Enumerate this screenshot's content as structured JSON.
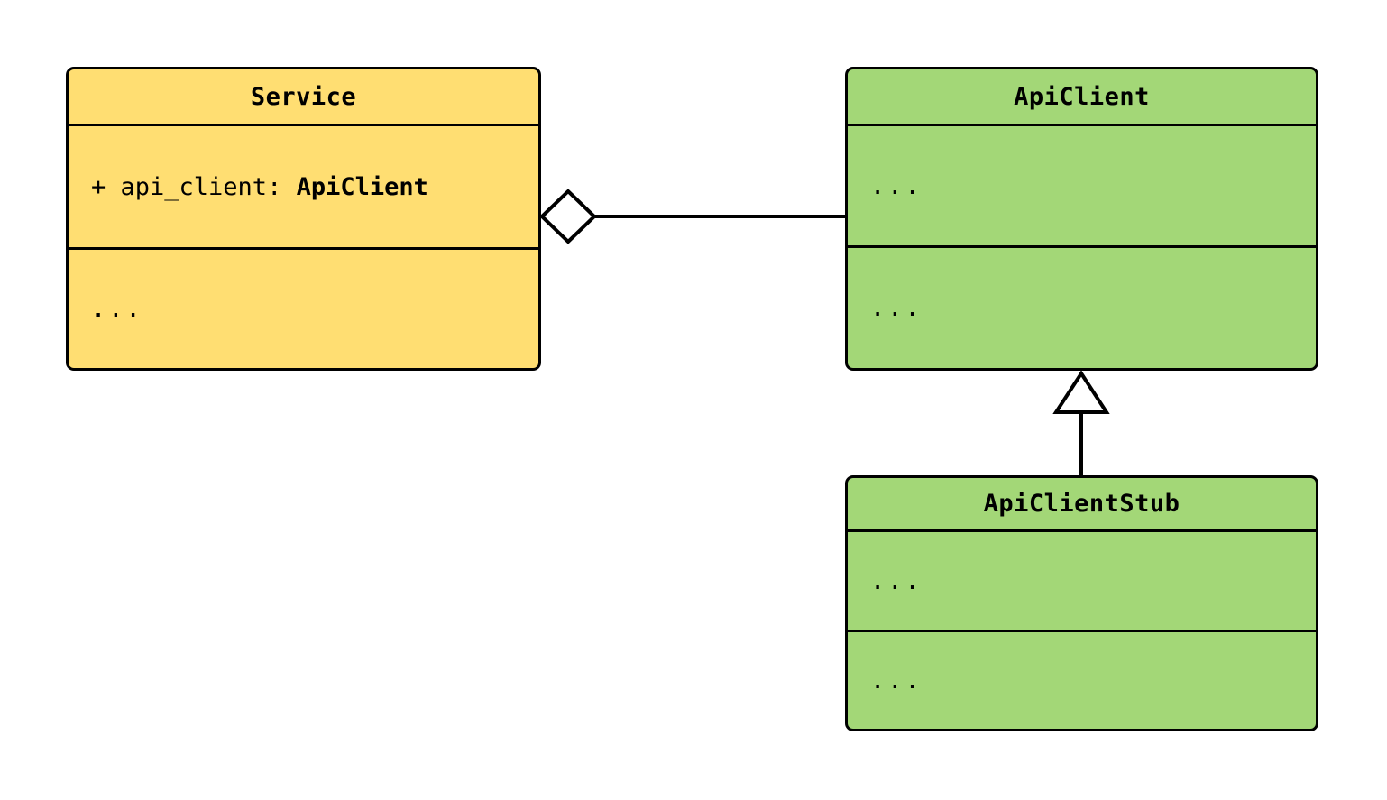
{
  "diagram": {
    "type": "uml-class-diagram",
    "background": "#ffffff",
    "classes": [
      {
        "id": "service",
        "name": "Service",
        "fill": "#ffde72",
        "border": "#000000",
        "compartments": [
          {
            "kind": "attributes",
            "lines": [
              "+ api_client: ApiClient"
            ]
          },
          {
            "kind": "methods",
            "lines": [
              "..."
            ]
          }
        ],
        "attribute": {
          "visibility": "+",
          "label": "+ api_client: ",
          "type": "ApiClient"
        },
        "methods_placeholder": "..."
      },
      {
        "id": "apiclient",
        "name": "ApiClient",
        "fill": "#a3d777",
        "border": "#000000",
        "compartments": [
          {
            "kind": "attributes",
            "lines": [
              "..."
            ]
          },
          {
            "kind": "methods",
            "lines": [
              "..."
            ]
          }
        ],
        "attributes_placeholder": "...",
        "methods_placeholder": "..."
      },
      {
        "id": "apiclientstub",
        "name": "ApiClientStub",
        "fill": "#a3d777",
        "border": "#000000",
        "compartments": [
          {
            "kind": "attributes",
            "lines": [
              "..."
            ]
          },
          {
            "kind": "methods",
            "lines": [
              "..."
            ]
          }
        ],
        "attributes_placeholder": "...",
        "methods_placeholder": "..."
      }
    ],
    "relationships": [
      {
        "id": "aggregation",
        "kind": "aggregation",
        "marker": "hollow-diamond",
        "from": "Service",
        "to": "ApiClient",
        "label": ""
      },
      {
        "id": "inheritance",
        "kind": "generalization",
        "marker": "hollow-triangle",
        "from": "ApiClientStub",
        "to": "ApiClient",
        "label": ""
      }
    ]
  }
}
